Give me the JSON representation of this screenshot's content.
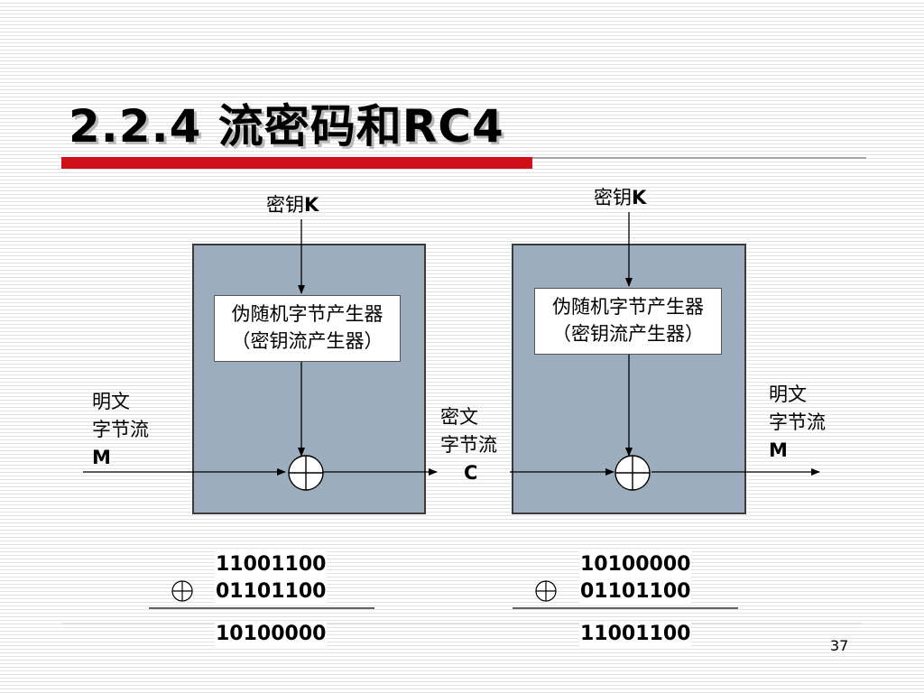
{
  "title": "2.2.4 流密码和RC4",
  "left": {
    "key_label_text": "密钥",
    "key_label_bold": "K",
    "generator_line1": "伪随机字节产生器",
    "generator_line2": "（密钥流产生器）",
    "input_line1": "明文",
    "input_line2": "字节流",
    "input_symbol": "M"
  },
  "middle": {
    "line1": "密文",
    "line2": "字节流",
    "symbol": "C"
  },
  "right": {
    "key_label_text": "密钥",
    "key_label_bold": "K",
    "generator_line1": "伪随机字节产生器",
    "generator_line2": "（密钥流产生器）",
    "output_line1": "明文",
    "output_line2": "字节流",
    "output_symbol": "M"
  },
  "example_left": {
    "row1": "11001100",
    "row2": "01101100",
    "result": "10100000"
  },
  "example_right": {
    "row1": "10100000",
    "row2": "01101100",
    "result": "11001100"
  },
  "page_number": "37"
}
